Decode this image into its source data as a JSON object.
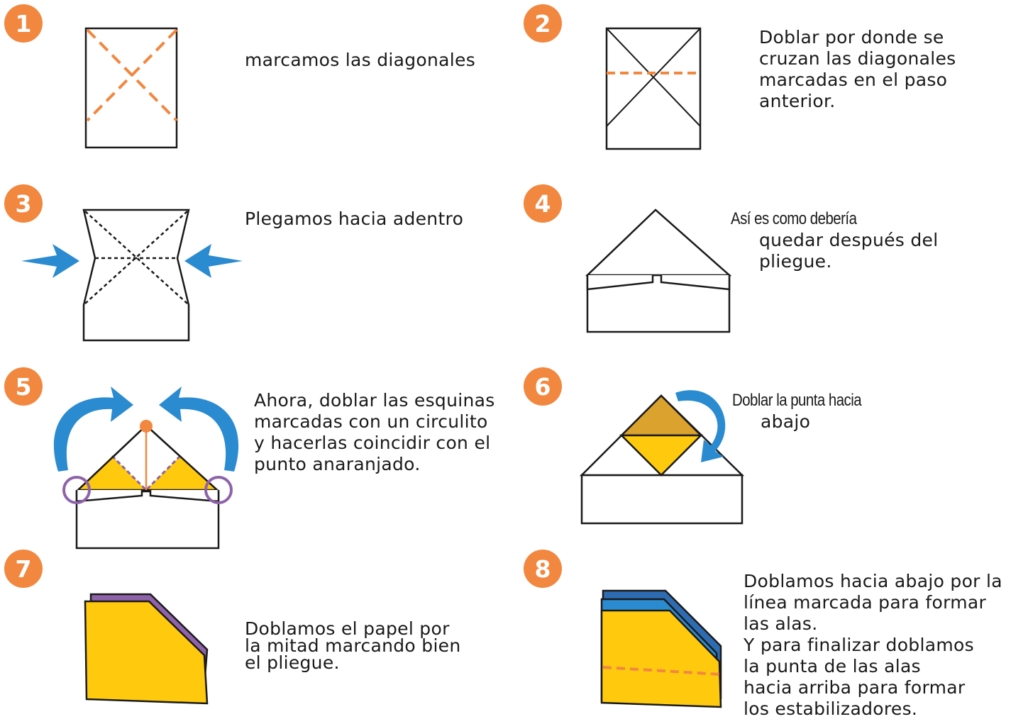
{
  "colors": {
    "orange": "#F2873F",
    "yellow": "#FFC90E",
    "purple": "#8E63A9",
    "blue": "#2B8BD0",
    "ochre": "#DBA22E",
    "dark_blue": "#2E6CB2"
  },
  "steps": [
    {
      "number": "1",
      "lines": [
        "marcamos las diagonales"
      ]
    },
    {
      "number": "2",
      "lines": [
        "Doblar por donde se",
        "cruzan las diagonales",
        "marcadas en el paso",
        "anterior."
      ]
    },
    {
      "number": "3",
      "lines": [
        "Plegamos hacia adentro"
      ]
    },
    {
      "number": "4",
      "lines": [
        "Así es como debería",
        "quedar después del",
        "pliegue."
      ]
    },
    {
      "number": "5",
      "lines": [
        "Ahora, doblar las esquinas",
        "marcadas con un circulito",
        "y hacerlas coincidir con el",
        "punto anaranjado."
      ]
    },
    {
      "number": "6",
      "lines": [
        "Doblar la punta hacia",
        "abajo"
      ]
    },
    {
      "number": "7",
      "lines": [
        "Doblamos el papel por",
        "la mitad marcando bien",
        "el pliegue."
      ]
    },
    {
      "number": "8",
      "lines": [
        "Doblamos hacia abajo por la",
        "línea marcada para formar",
        "las alas.",
        "Y para finalizar doblamos",
        "la punta de las alas",
        "hacia arriba para formar",
        "los estabilizadores."
      ]
    }
  ]
}
